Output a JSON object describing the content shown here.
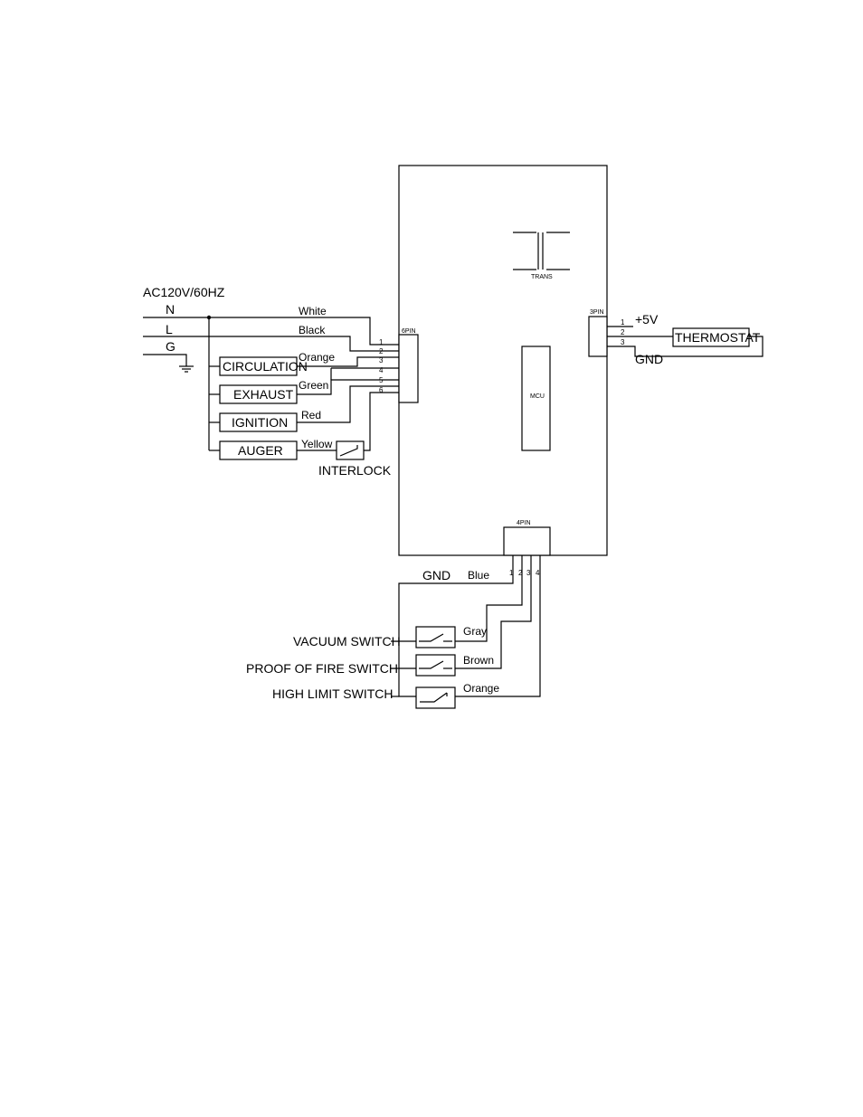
{
  "power": {
    "source_label": "AC120V/60HZ",
    "neutral": "N",
    "line": "L",
    "ground": "G"
  },
  "loads": {
    "circulation": "CIRCULATION",
    "exhaust": "EXHAUST",
    "ignition": "IGNITION",
    "auger": "AUGER",
    "interlock": "INTERLOCK"
  },
  "wires": {
    "white": "White",
    "black": "Black",
    "orange": "Orange",
    "green": "Green",
    "red": "Red",
    "yellow": "Yellow",
    "blue": "Blue",
    "gray": "Gray",
    "brown": "Brown",
    "orange_switch": "Orange"
  },
  "board": {
    "pin6": "6PIN",
    "pin3": "3PIN",
    "pin4": "4PIN",
    "trans": "TRANS",
    "mcu": "MCU",
    "pins6": [
      "1",
      "2",
      "3",
      "4",
      "5",
      "6"
    ],
    "pins3": [
      "1",
      "2",
      "3"
    ],
    "pins4": [
      "1",
      "2",
      "3",
      "4"
    ]
  },
  "thermostat": {
    "label": "THERMOSTAT",
    "plus5v": "+5V",
    "gnd": "GND"
  },
  "switches": {
    "gnd": "GND",
    "vacuum": "VACUUM SWITCH",
    "proof_of_fire": "PROOF OF FIRE SWITCH",
    "high_limit": "HIGH LIMIT SWITCH"
  }
}
